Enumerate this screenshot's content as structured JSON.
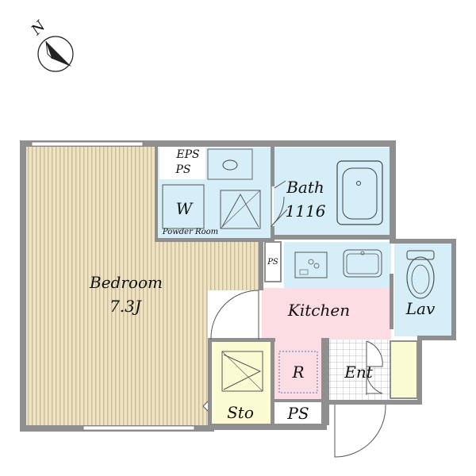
{
  "compass": {
    "north_label": "N"
  },
  "rooms": {
    "bedroom": {
      "name": "Bedroom",
      "size": "7.3J"
    },
    "bath": {
      "name": "Bath",
      "size": "1116"
    },
    "washer": {
      "name": "W"
    },
    "powder_room": {
      "name": "Powder Room"
    },
    "eps": {
      "line1": "EPS",
      "line2": "PS"
    },
    "ps_small": {
      "name": "PS"
    },
    "kitchen": {
      "name": "Kitchen"
    },
    "lavatory": {
      "name": "Lav"
    },
    "refrigerator": {
      "name": "R"
    },
    "entrance": {
      "name": "Ent"
    },
    "storage": {
      "name": "Sto"
    },
    "ps_bottom": {
      "name": "PS"
    }
  },
  "colors": {
    "wall": "#8f8f8f",
    "bedroom_floor": "#efe3c4",
    "bedroom_stripe": "#b9ab86",
    "wet_area": "#d5eef7",
    "kitchen": "#fbdde3",
    "storage": "#fafbd3",
    "entrance_tile": "#e9e9e9"
  }
}
